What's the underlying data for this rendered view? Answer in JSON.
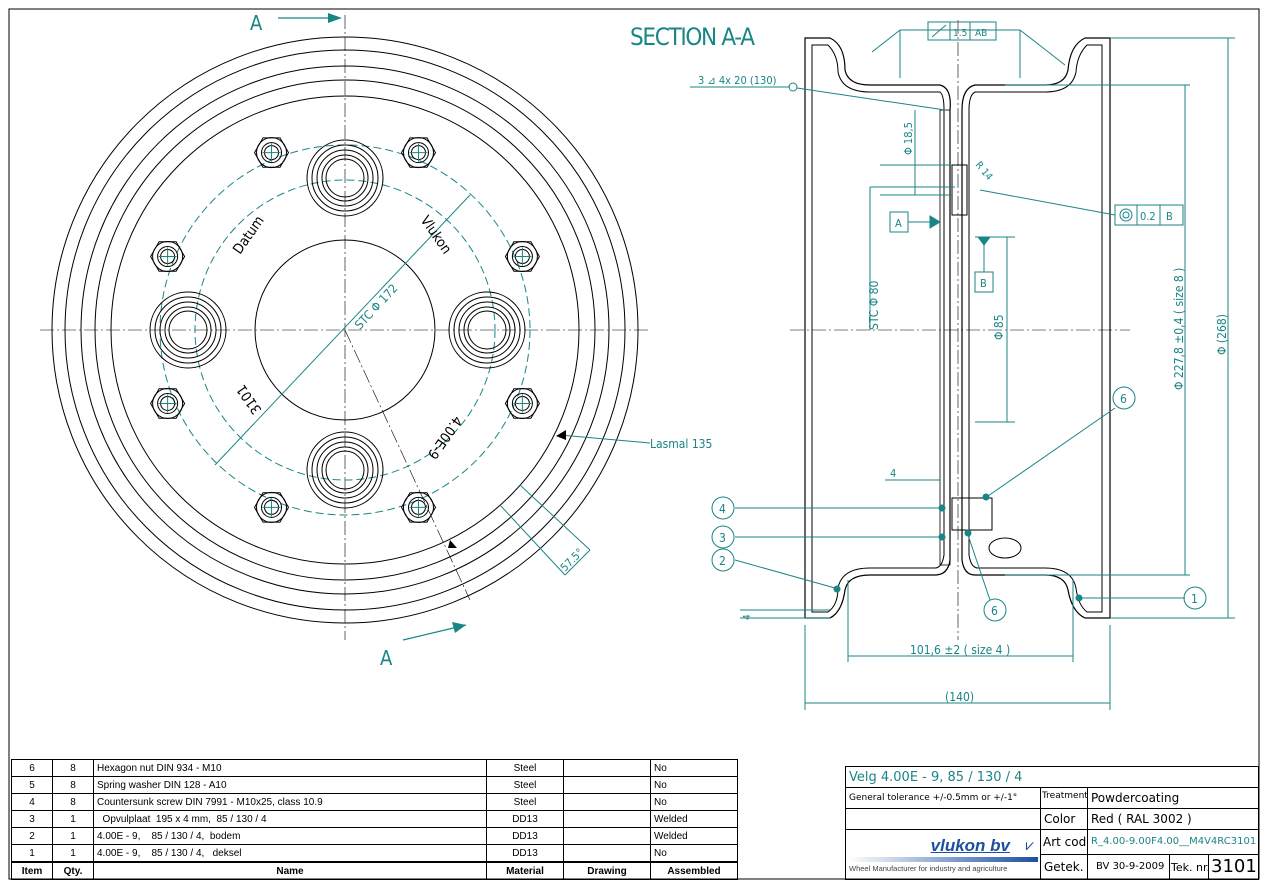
{
  "front_view": {
    "section_label": "A",
    "stc_label": "STC Φ 172",
    "engravings": [
      "Datum",
      "Vlukon",
      "3101",
      "4.00E-9"
    ],
    "weld_note": "Lasmal 135",
    "angle_dim": "57.5°"
  },
  "section_view": {
    "title": "SECTION A-A",
    "weld_symbol": "3 ⊿ 4x 20 (130)",
    "runout_tol": "1.5",
    "runout_datum": "AB",
    "concentricity_tol": "0.2",
    "concentricity_datum": "B",
    "datum_a": "A",
    "datum_b": "B",
    "dims": {
      "d185": "Φ 18,5",
      "r14": "R 14",
      "stc80": "STC Φ 80",
      "d85": "Φ 85",
      "d2278": "Φ 227,8 ±0,4 ( size 8 )",
      "d268": "Φ (268)",
      "t4": "4",
      "t4b": "4",
      "w1016": "101,6 ±2 ( size 4 )",
      "w140": "(140)"
    },
    "balloons": [
      "1",
      "2",
      "3",
      "4",
      "6",
      "6"
    ]
  },
  "bom": {
    "headers": [
      "Item",
      "Qty.",
      "Name",
      "Material",
      "Drawing",
      "Assembled"
    ],
    "rows": [
      {
        "item": "6",
        "qty": "8",
        "name": "Hexagon nut DIN 934 - M10",
        "material": "Steel",
        "drawing": "",
        "assembled": "No"
      },
      {
        "item": "5",
        "qty": "8",
        "name": "Spring washer DIN 128 - A10",
        "material": "Steel",
        "drawing": "",
        "assembled": "No"
      },
      {
        "item": "4",
        "qty": "8",
        "name": "Countersunk screw DIN 7991 - M10x25, class 10.9",
        "material": "Steel",
        "drawing": "",
        "assembled": "No"
      },
      {
        "item": "3",
        "qty": "1",
        "name": "  Opvulplaat  195 x 4 mm,  85 / 130 / 4",
        "material": "DD13",
        "drawing": "",
        "assembled": "Welded"
      },
      {
        "item": "2",
        "qty": "1",
        "name": "4.00E - 9,    85 / 130 / 4,  bodem",
        "material": "DD13",
        "drawing": "",
        "assembled": "Welded"
      },
      {
        "item": "1",
        "qty": "1",
        "name": "4.00E - 9,    85 / 130 / 4,   deksel",
        "material": "DD13",
        "drawing": "",
        "assembled": "No"
      }
    ]
  },
  "title_block": {
    "title": "Velg 4.00E - 9,  85 / 130 / 4",
    "tolerance": "General tolerance +/-0.5mm or +/-1°",
    "treatment_label": "Treatment",
    "treatment": "Powdercoating",
    "color_label": "Color",
    "color": "Red ( RAL 3002 )",
    "artcode_label": "Art code",
    "artcode": "R_4.00-9.00F4.00__M4V4RC3101",
    "drawn_label": "Getek.",
    "drawn": "BV 30-9-2009",
    "drawing_no_label": "Tek. nr.",
    "drawing_no": "3101",
    "company": "vlukon bv",
    "tagline": "Wheel Manufacturer for industry and agriculture"
  },
  "colors": {
    "annotation": "#1a8585",
    "company_blue": "#1b4fa0"
  }
}
